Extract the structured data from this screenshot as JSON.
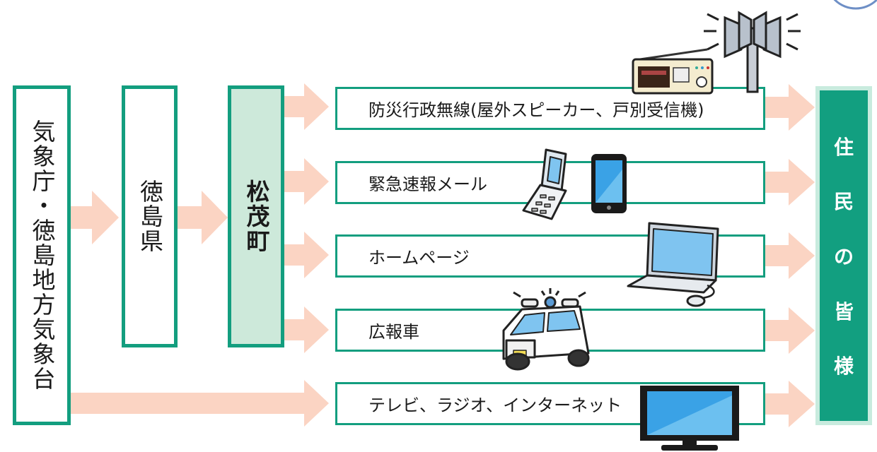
{
  "sources": {
    "jma": "気象庁・徳島地方気象台",
    "prefecture": "徳島県",
    "town": "松茂町"
  },
  "channels": [
    {
      "label": "防災行政無線(屋外スピーカー、戸別受信機)",
      "icon": "radio-speaker-tower-icon"
    },
    {
      "label": "緊急速報メール",
      "icon": "mobile-phone-icon"
    },
    {
      "label": "ホームページ",
      "icon": "laptop-icon"
    },
    {
      "label": "広報車",
      "icon": "pa-car-icon"
    },
    {
      "label": "テレビ、ラジオ、インターネット",
      "icon": "tv-icon"
    }
  ],
  "residents_chars": [
    "住",
    "民",
    "の",
    "皆",
    "様"
  ],
  "colors": {
    "border": "#139e7f",
    "arrow": "#fbd4c3",
    "town_fill": "#cde9da",
    "residents_fill": "#129f80"
  }
}
